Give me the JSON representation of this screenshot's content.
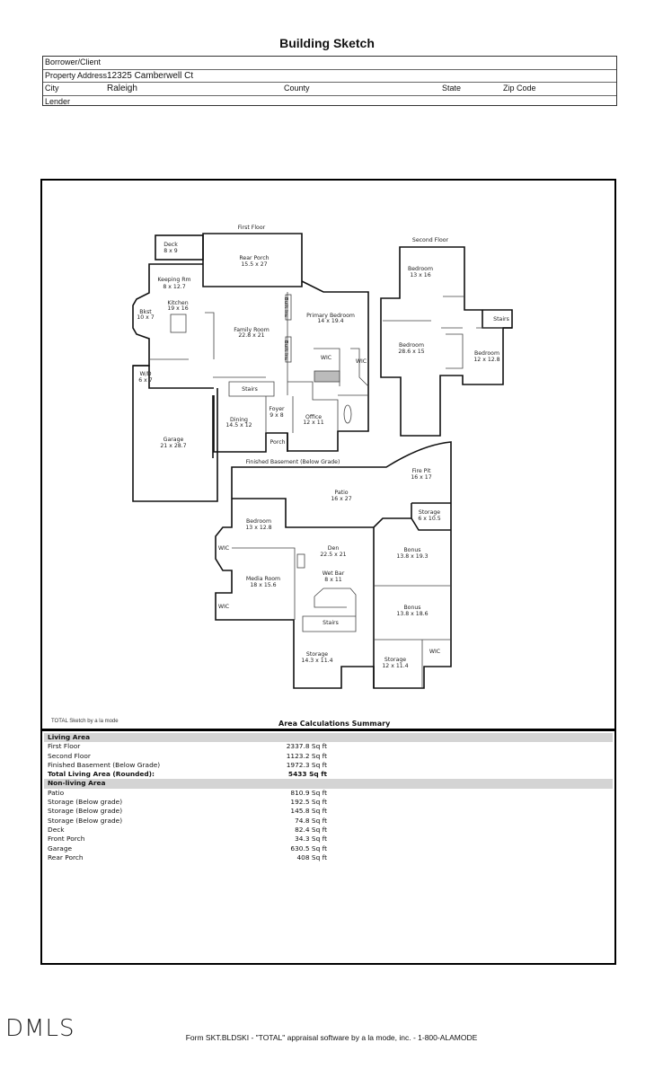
{
  "title": "Building Sketch",
  "header": {
    "borrower_label": "Borrower/Client",
    "borrower_value": "",
    "address_label": "Property Address",
    "address_value": "12325 Camberwell Ct",
    "city_label": "City",
    "city_value": "Raleigh",
    "county_label": "County",
    "state_label": "State",
    "zip_label": "Zip Code",
    "lender_label": "Lender"
  },
  "sketch": {
    "first_floor": {
      "label": "First Floor",
      "rooms": [
        {
          "name": "Deck",
          "dims": "8 x 9"
        },
        {
          "name": "Rear Porch",
          "dims": "15.5 x 27"
        },
        {
          "name": "Keeping Rm",
          "dims": "8 x 12.7"
        },
        {
          "name": "Kitchen",
          "dims": "19 x 16"
        },
        {
          "name": "Bkst",
          "dims": "10 x 7"
        },
        {
          "name": "Family Room",
          "dims": "22.8 x 21"
        },
        {
          "name": "Primary Bedroom",
          "dims": "14 x 19.4"
        },
        {
          "name": "W/D",
          "dims": "6 x 7"
        },
        {
          "name": "Garage",
          "dims": "21 x 28.7"
        },
        {
          "name": "Foyer",
          "dims": "9 x 8"
        },
        {
          "name": "Dining",
          "dims": "14.5 x 12"
        },
        {
          "name": "Office",
          "dims": "12 x 11"
        },
        {
          "name": "Porch",
          "dims": ""
        },
        {
          "name": "Stairs",
          "dims": ""
        },
        {
          "name": "WIC",
          "dims": ""
        },
        {
          "name": "WIC",
          "dims": ""
        },
        {
          "name": "Built Ins",
          "dims": ""
        },
        {
          "name": "Built Ins",
          "dims": ""
        }
      ]
    },
    "second_floor": {
      "label": "Second Floor",
      "rooms": [
        {
          "name": "Bedroom",
          "dims": "13 x 16"
        },
        {
          "name": "Bedroom",
          "dims": "28.6 x 15"
        },
        {
          "name": "Bedroom",
          "dims": "12 x 12.8"
        },
        {
          "name": "Stairs",
          "dims": ""
        }
      ]
    },
    "basement": {
      "label": "Finished Basement (Below Grade)",
      "rooms": [
        {
          "name": "Patio",
          "dims": "16 x 27"
        },
        {
          "name": "Fire Pit",
          "dims": "16 x 17"
        },
        {
          "name": "Storage",
          "dims": "6 x 10.5"
        },
        {
          "name": "Bedroom",
          "dims": "13 x 12.8"
        },
        {
          "name": "Den",
          "dims": "22.5 x 21"
        },
        {
          "name": "Wet Bar",
          "dims": "8 x 11"
        },
        {
          "name": "Media Room",
          "dims": "18 x 15.6"
        },
        {
          "name": "Bonus",
          "dims": "13.8 x 19.3"
        },
        {
          "name": "Bonus",
          "dims": "13.8 x 18.6"
        },
        {
          "name": "Storage",
          "dims": "14.3 x 11.4"
        },
        {
          "name": "Storage",
          "dims": "12 x 11.4"
        },
        {
          "name": "Stairs",
          "dims": ""
        },
        {
          "name": "WIC",
          "dims": ""
        },
        {
          "name": "WIC",
          "dims": ""
        },
        {
          "name": "WIC",
          "dims": ""
        }
      ]
    }
  },
  "summary": {
    "credit": "TOTAL Sketch by a la mode",
    "title": "Area Calculations Summary",
    "living_header": "Living Area",
    "living": [
      {
        "label": "First Floor",
        "value": "2337.8 Sq ft"
      },
      {
        "label": "Second Floor",
        "value": "1123.2 Sq ft"
      },
      {
        "label": "Finished Basement (Below Grade)",
        "value": "1972.3 Sq ft"
      }
    ],
    "total_label": "Total Living Area (Rounded):",
    "total_value": "5433 Sq ft",
    "nonliving_header": "Non-living Area",
    "nonliving": [
      {
        "label": "Patio",
        "value": "810.9 Sq ft"
      },
      {
        "label": "Storage (Below grade)",
        "value": "192.5 Sq ft"
      },
      {
        "label": "Storage (Below grade)",
        "value": "145.8 Sq ft"
      },
      {
        "label": "Storage (Below grade)",
        "value": "74.8 Sq ft"
      },
      {
        "label": "Deck",
        "value": "82.4 Sq ft"
      },
      {
        "label": "Front Porch",
        "value": "34.3 Sq ft"
      },
      {
        "label": "Garage",
        "value": "630.5 Sq ft"
      },
      {
        "label": "Rear Porch",
        "value": "408 Sq ft"
      }
    ]
  },
  "logo": "DMLS",
  "footer": "Form SKT.BLDSKI - \"TOTAL\" appraisal software by a la mode, inc. - 1-800-ALAMODE"
}
